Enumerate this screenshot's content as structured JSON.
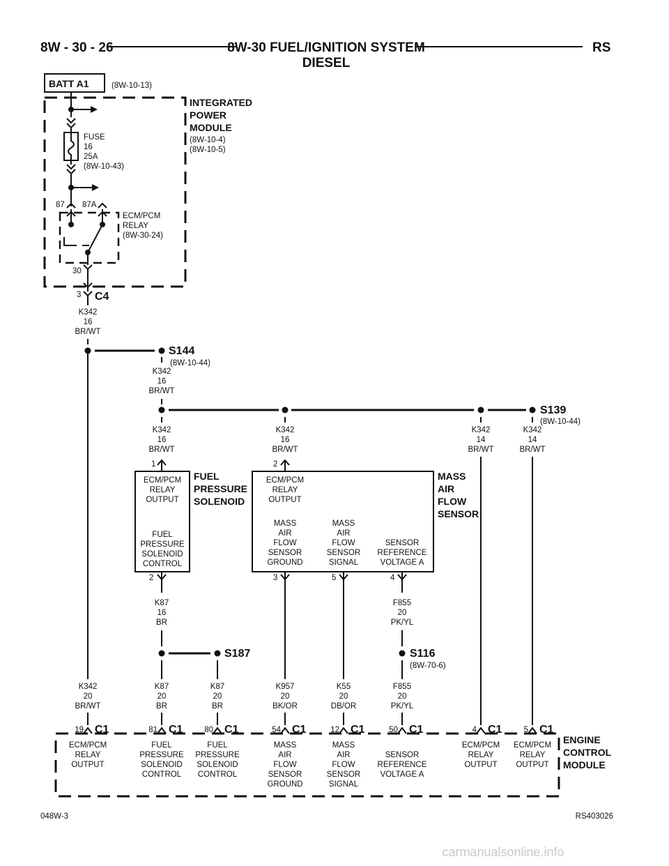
{
  "header": {
    "page": "8W - 30 - 26",
    "title": "8W-30 FUEL/IGNITION SYSTEM",
    "subtitle": "DIESEL",
    "code": "RS"
  },
  "footer": {
    "left": "048W-3",
    "right": "RS403026"
  },
  "watermark": "carmanualsonline.info",
  "batt": {
    "label": "BATT A1",
    "ref": "(8W-10-13)"
  },
  "ipm": {
    "name": [
      "INTEGRATED",
      "POWER",
      "MODULE"
    ],
    "refs": [
      "(8W-10-4)",
      "(8W-10-5)"
    ]
  },
  "fuse": [
    "FUSE",
    "16",
    "25A",
    "(8W-10-43)"
  ],
  "relay": {
    "label": [
      "ECM/PCM",
      "RELAY",
      "(8W-30-24)"
    ],
    "pin87": "87",
    "pin87a": "87A",
    "pin30": "30"
  },
  "c4": {
    "pin": "3",
    "name": "C4"
  },
  "splices": {
    "s144": {
      "name": "S144",
      "ref": "(8W-10-44)"
    },
    "s139": {
      "name": "S139",
      "ref": "(8W-10-44)"
    },
    "s187": {
      "name": "S187"
    },
    "s116": {
      "name": "S116",
      "ref": "(8W-70-6)"
    }
  },
  "wires": {
    "c4_out": [
      "K342",
      "16",
      "BR/WT"
    ],
    "s144_out": [
      "K342",
      "16",
      "BR/WT"
    ],
    "fps_in": [
      "K342",
      "16",
      "BR/WT"
    ],
    "maf_in": [
      "K342",
      "16",
      "BR/WT"
    ],
    "k342_14a": [
      "K342",
      "14",
      "BR/WT"
    ],
    "k342_14b": [
      "K342",
      "14",
      "BR/WT"
    ],
    "k87_16": [
      "K87",
      "16",
      "BR"
    ],
    "f855_20a": [
      "F855",
      "20",
      "PK/YL"
    ],
    "k342_20": [
      "K342",
      "20",
      "BR/WT"
    ],
    "k87_20a": [
      "K87",
      "20",
      "BR"
    ],
    "k87_20b": [
      "K87",
      "20",
      "BR"
    ],
    "k957": [
      "K957",
      "20",
      "BK/OR"
    ],
    "k55": [
      "K55",
      "20",
      "DB/OR"
    ],
    "f855_20b": [
      "F855",
      "20",
      "PK/YL"
    ]
  },
  "fps": {
    "name": [
      "FUEL",
      "PRESSURE",
      "SOLENOID"
    ],
    "pin1": "1",
    "pin2": "2",
    "in_label": [
      "ECM/PCM",
      "RELAY",
      "OUTPUT"
    ],
    "out_label": [
      "FUEL",
      "PRESSURE",
      "SOLENOID",
      "CONTROL"
    ]
  },
  "maf": {
    "name": [
      "MASS",
      "AIR",
      "FLOW",
      "SENSOR"
    ],
    "pin2": "2",
    "pin3": "3",
    "pin5": "5",
    "pin4": "4",
    "in_label": [
      "ECM/PCM",
      "RELAY",
      "OUTPUT"
    ],
    "gnd_label": [
      "MASS",
      "AIR",
      "FLOW",
      "SENSOR",
      "GROUND"
    ],
    "sig_label": [
      "MASS",
      "AIR",
      "FLOW",
      "SENSOR",
      "SIGNAL"
    ],
    "ref_label": [
      "SENSOR",
      "REFERENCE",
      "VOLTAGE A"
    ]
  },
  "ecm": {
    "name": [
      "ENGINE",
      "CONTROL",
      "MODULE"
    ],
    "connector": "C1",
    "pins": [
      {
        "pin": "19",
        "label": [
          "ECM/PCM",
          "RELAY",
          "OUTPUT"
        ]
      },
      {
        "pin": "81",
        "label": [
          "FUEL",
          "PRESSURE",
          "SOLENOID",
          "CONTROL"
        ]
      },
      {
        "pin": "80",
        "label": [
          "FUEL",
          "PRESSURE",
          "SOLENOID",
          "CONTROL"
        ]
      },
      {
        "pin": "54",
        "label": [
          "MASS",
          "AIR",
          "FLOW",
          "SENSOR",
          "GROUND"
        ]
      },
      {
        "pin": "12",
        "label": [
          "MASS",
          "AIR",
          "FLOW",
          "SENSOR",
          "SIGNAL"
        ]
      },
      {
        "pin": "50",
        "label": [
          "SENSOR",
          "REFERENCE",
          "VOLTAGE A"
        ]
      },
      {
        "pin": "4",
        "label": [
          "ECM/PCM",
          "RELAY",
          "OUTPUT"
        ]
      },
      {
        "pin": "5",
        "label": [
          "ECM/PCM",
          "RELAY",
          "OUTPUT"
        ]
      }
    ]
  }
}
